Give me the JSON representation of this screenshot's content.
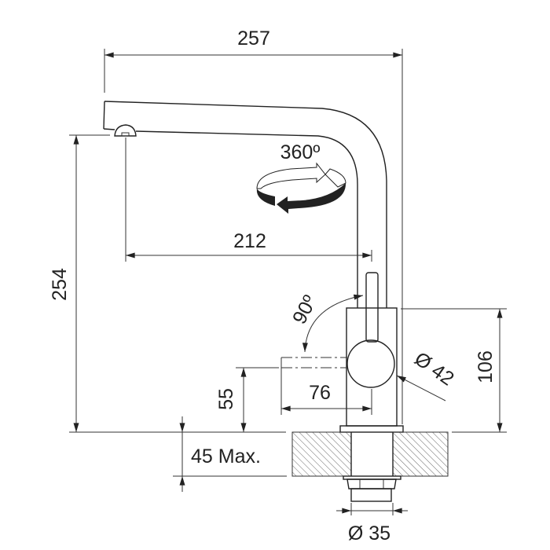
{
  "dimensions": {
    "overall_reach": "257",
    "spout_reach": "212",
    "spout_height": "254",
    "swivel": "360º",
    "lever_angle": "90º",
    "lever_length": "76",
    "lever_height": "55",
    "body_diameter": "Ø 42",
    "body_height": "106",
    "max_counter_thickness": "45 Max.",
    "hole_diameter": "Ø 35"
  }
}
